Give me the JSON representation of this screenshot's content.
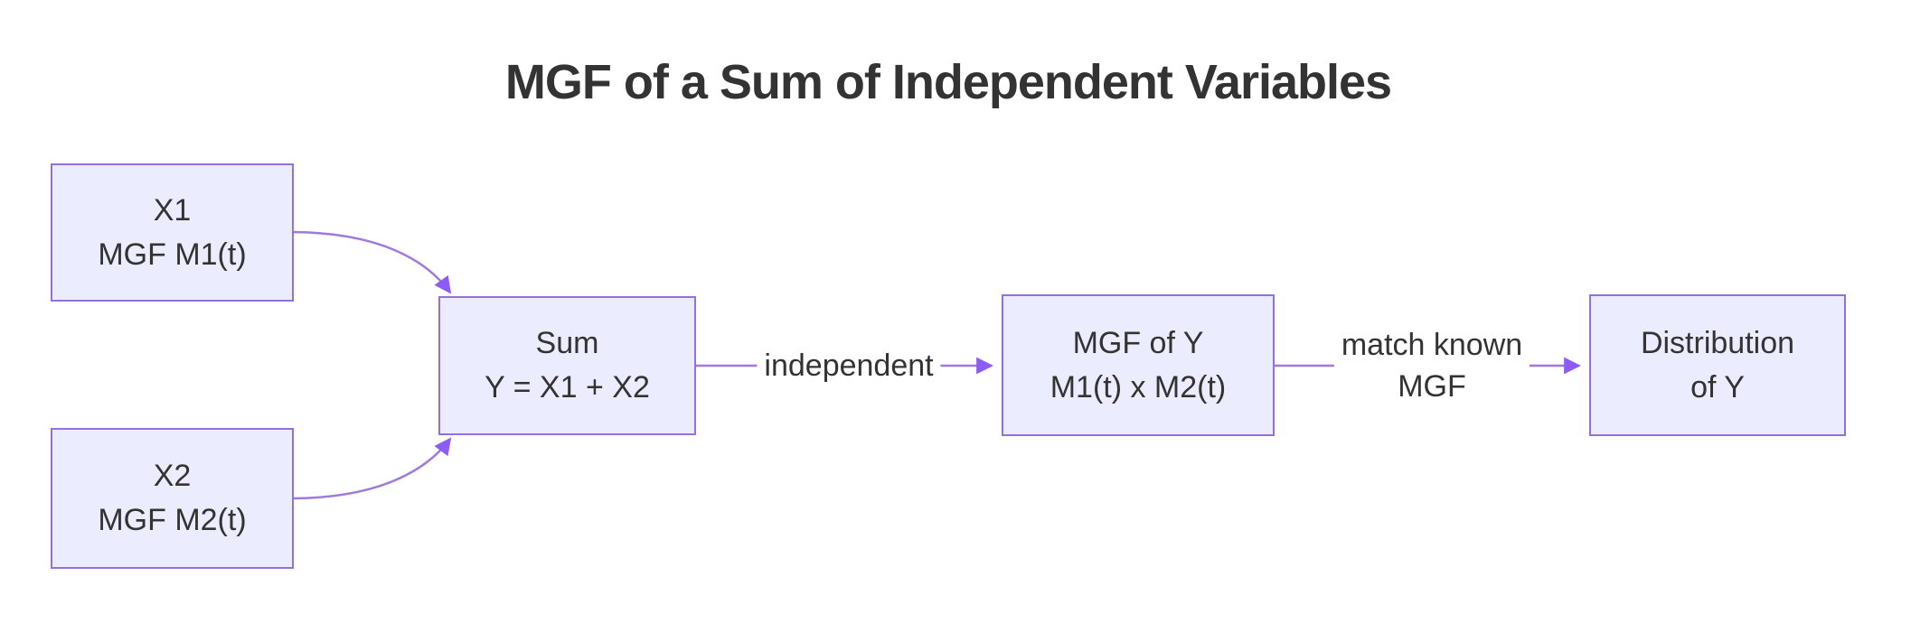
{
  "diagram": {
    "type": "flowchart-left-to-right",
    "title": "MGF of a Sum of Independent Variables",
    "colors": {
      "background": "#ffffff",
      "node_fill": "#ECECFF",
      "node_border": "#9370DB",
      "edge_line": "#9f79e0",
      "edge_arrowhead": "#8b5cf6",
      "text": "#333333"
    },
    "nodes": {
      "x1": {
        "line1": "X1",
        "line2": "MGF M1(t)"
      },
      "x2": {
        "line1": "X2",
        "line2": "MGF M2(t)"
      },
      "sum": {
        "line1": "Sum",
        "line2": "Y = X1 + X2"
      },
      "mgfy": {
        "line1": "MGF of Y",
        "line2": "M1(t) x M2(t)"
      },
      "dist": {
        "line1": "Distribution",
        "line2": "of Y"
      }
    },
    "edges": {
      "x1_to_sum": {
        "from": "x1",
        "to": "sum",
        "label": ""
      },
      "x2_to_sum": {
        "from": "x2",
        "to": "sum",
        "label": ""
      },
      "sum_to_mgfy": {
        "from": "sum",
        "to": "mgfy",
        "label": "independent"
      },
      "mgfy_to_dist": {
        "from": "mgfy",
        "to": "dist",
        "label_line1": "match known",
        "label_line2": "MGF"
      }
    }
  }
}
